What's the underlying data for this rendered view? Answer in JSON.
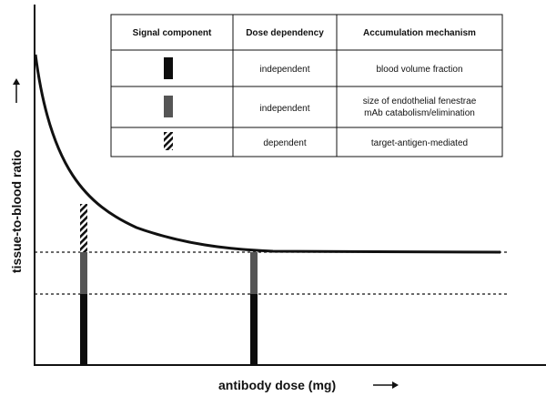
{
  "axes": {
    "x_label": "antibody dose (mg)",
    "y_label": "tissue-to-blood ratio"
  },
  "table": {
    "headers": [
      "Signal component",
      "Dose dependency",
      "Accumulation mechanism"
    ],
    "rows": [
      {
        "swatch": "black",
        "dependency": "independent",
        "mechanism": [
          "blood volume fraction"
        ]
      },
      {
        "swatch": "dark-gray",
        "dependency": "independent",
        "mechanism": [
          "size of endothelial fenestrae",
          "mAb catabolism/elimination"
        ]
      },
      {
        "swatch": "hatched",
        "dependency": "dependent",
        "mechanism": [
          "target-antigen-mediated"
        ]
      }
    ]
  },
  "colors": {
    "ink": "#111111",
    "black_component": "#0d0d0d",
    "gray_component": "#555555",
    "curve": "#111111"
  }
}
